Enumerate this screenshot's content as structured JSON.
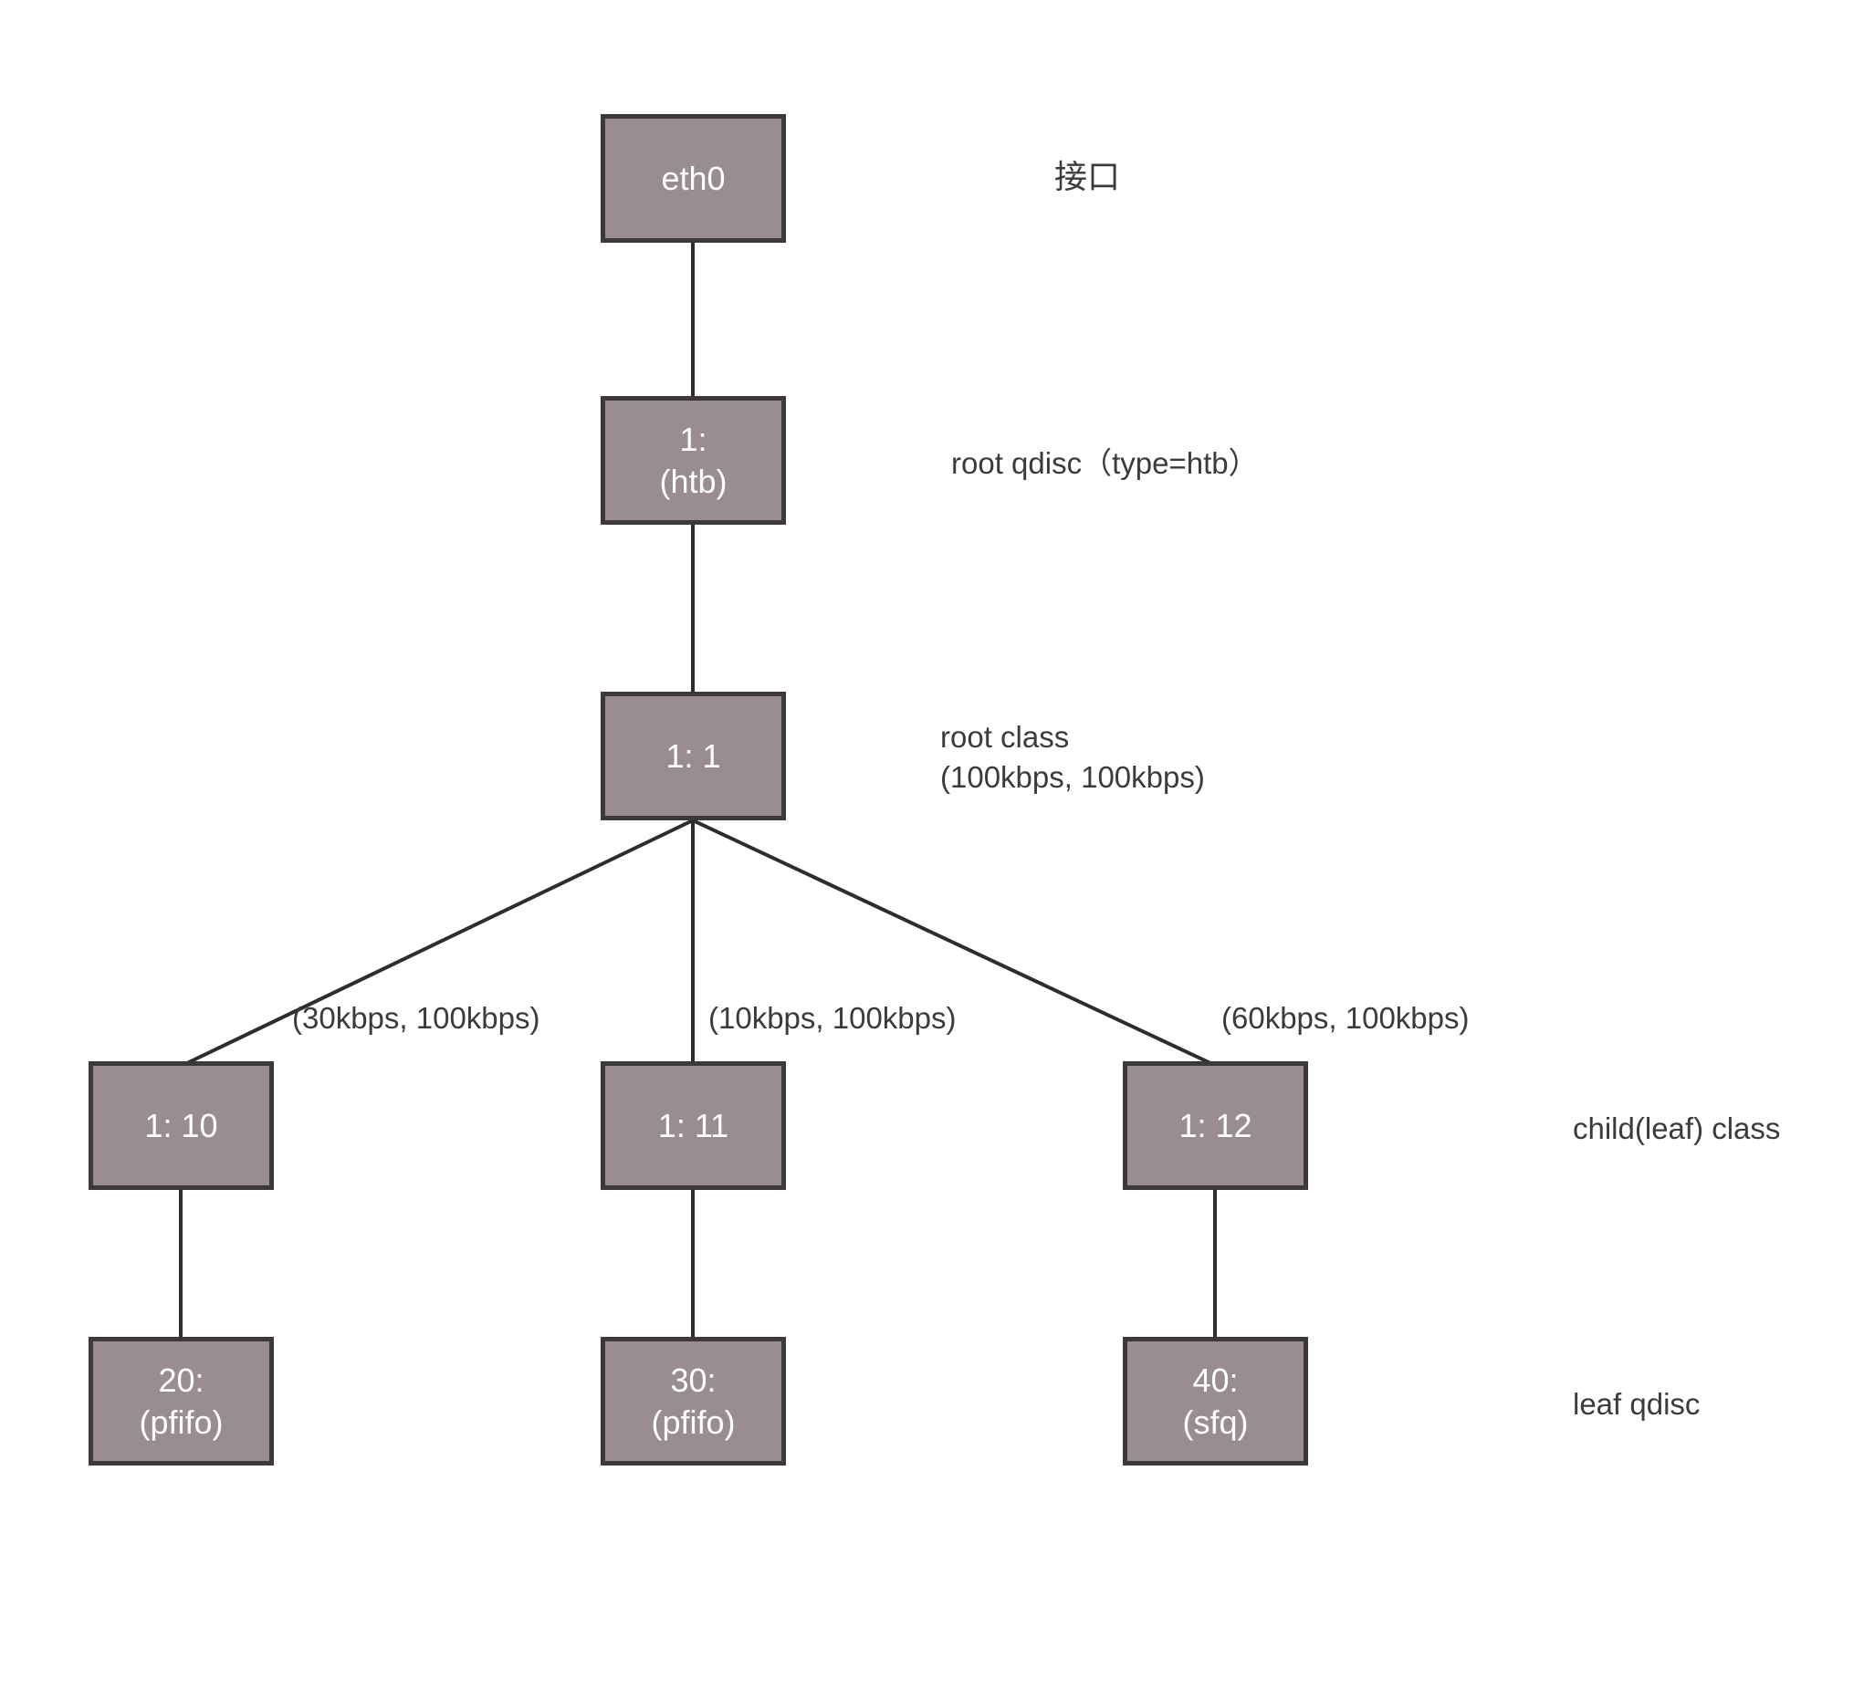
{
  "diagram": {
    "background": "#ffffff",
    "node_fill": "#9a8d92",
    "node_border_color": "#3d383a",
    "node_text_color": "#ffffff",
    "edge_color": "#2d2d2d",
    "annotation_color": "#3b3b3b"
  },
  "nodes": {
    "eth0": {
      "label": "eth0"
    },
    "root_qdisc": {
      "label": "1:\n(htb)"
    },
    "root_class": {
      "label": "1: 1"
    },
    "class_10": {
      "label": "1: 10"
    },
    "class_11": {
      "label": "1: 11"
    },
    "class_12": {
      "label": "1: 12"
    },
    "qdisc_20": {
      "label": "20:\n(pfifo)"
    },
    "qdisc_30": {
      "label": "30:\n(pfifo)"
    },
    "qdisc_40": {
      "label": "40:\n(sfq)"
    }
  },
  "annotations": {
    "interface": "接口",
    "root_qdisc": "root qdisc（type=htb）",
    "root_class": "root class\n(100kbps, 100kbps)",
    "child_class": "child(leaf) class",
    "leaf_qdisc": "leaf qdisc"
  },
  "edge_labels": {
    "to_class_10": "(30kbps, 100kbps)",
    "to_class_11": "(10kbps, 100kbps)",
    "to_class_12": "(60kbps, 100kbps)"
  }
}
